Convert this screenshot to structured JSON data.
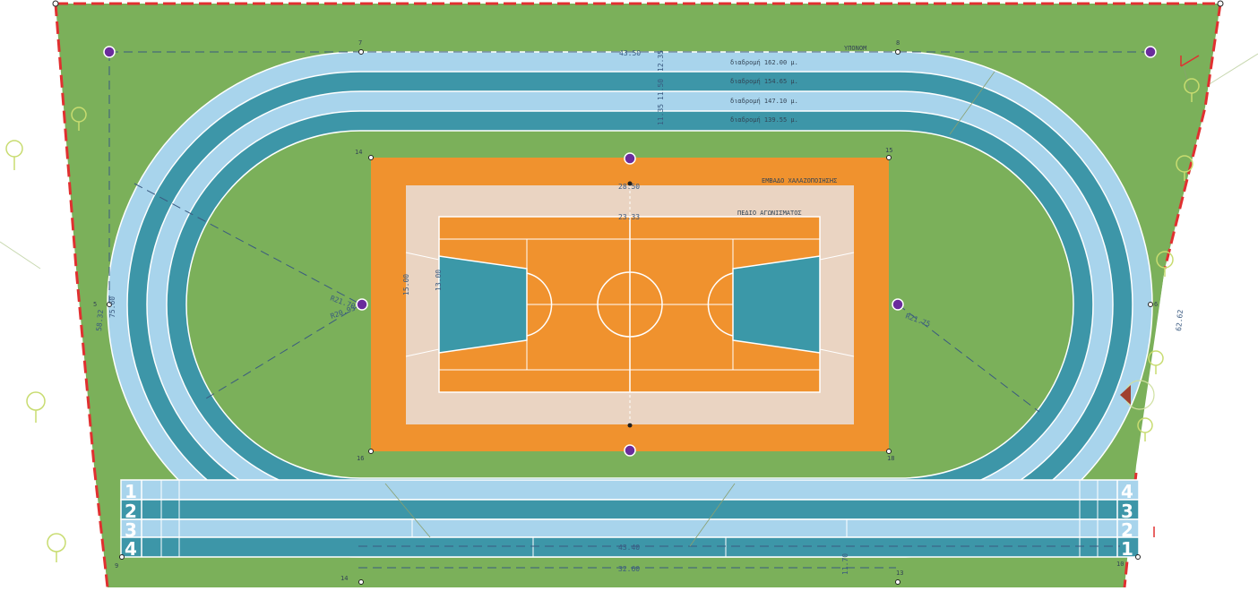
{
  "drawing": {
    "street_label": "ΥΠΟΝΟΜ",
    "lane_labels": [
      "διαδρομή 162.00 μ.",
      "διαδρομή 154.65 μ.",
      "διαδρομή 147.10 μ.",
      "διαδρομή 139.55 μ."
    ],
    "court_labels": {
      "outer_zone": "ΕΜΒΑΔΟ ΧΑΛΑΖΟΠΟΙΗΣΗΣ",
      "inner_zone": "ΠΕΔΙΟ ΑΓΩΝΙΣΜΑΤΟΣ"
    },
    "dimensions": {
      "top_length": "43.50",
      "court_outer_width": "28.50",
      "court_inner_width": "23.33",
      "court_height": "15.00",
      "court_inner_height": "13.00",
      "left_radius_1": "R21.70",
      "left_radius_2": "R20.95",
      "right_radius": "R21.75",
      "left_side": "58.32",
      "right_side": "62.62",
      "left_curve": "75.60",
      "bottom_straight": "43.40",
      "bottom_length": "32.60",
      "bottom_offset": "11.70",
      "top_lane_dims": [
        "12.35",
        "11.50",
        "11.35"
      ]
    },
    "point_labels": [
      "7",
      "8",
      "14",
      "15",
      "16",
      "18",
      "5",
      "6",
      "9",
      "10",
      "13",
      "14"
    ],
    "lane_numbers_left": [
      "1",
      "2",
      "3",
      "4"
    ],
    "lane_numbers_right": [
      "4",
      "3",
      "2",
      "1"
    ],
    "colors": {
      "grass": "#7bb05a",
      "track_light": "#a8d4ec",
      "track_dark": "#3d96a8",
      "court_orange": "#f0922e",
      "court_beige": "#ead4c2",
      "key_teal": "#3b98a8",
      "boundary_red": "#e03030",
      "marker_purple": "#6a2c9c"
    }
  }
}
